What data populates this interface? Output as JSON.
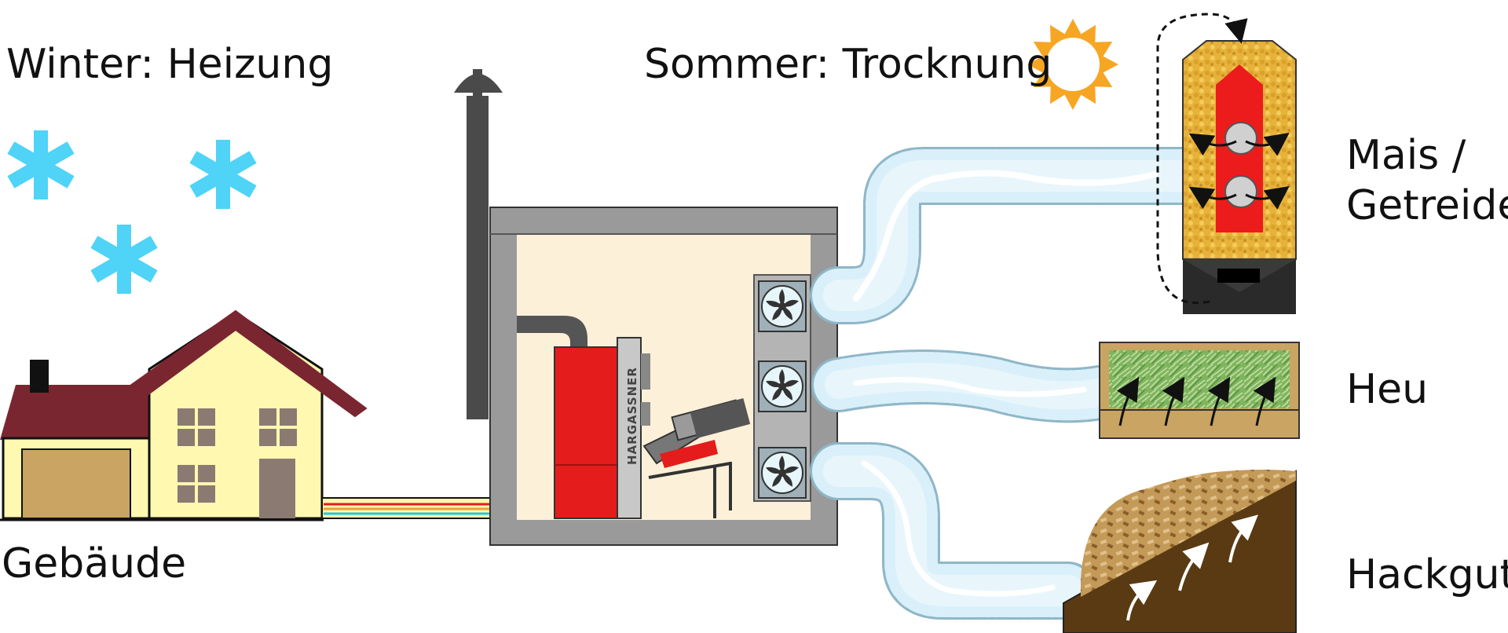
{
  "labels": {
    "winter": "Winter: Heizung",
    "summer": "Sommer: Trocknung",
    "building": "Gebäude",
    "mais_line1": "Mais /",
    "mais_line2": "Getreide",
    "heu": "Heu",
    "hackgut": "Hackgut"
  },
  "boiler_brand": "HARGASSNER",
  "icons": {
    "snowflake": "snowflake-icon",
    "sun": "sun-icon",
    "fan": "fan-icon"
  },
  "colors": {
    "snow": "#4fd3f7",
    "sun": "#f6a623",
    "boiler": "#e41c1c",
    "roof": "#7a2631",
    "house": "#fff8b0",
    "room": "#fdf0d8",
    "wall": "#9a9a9a",
    "duct": "#d6eef8",
    "corn": "#e8b43a",
    "hay": "#6aa84f",
    "wood": "#5a3a12"
  }
}
